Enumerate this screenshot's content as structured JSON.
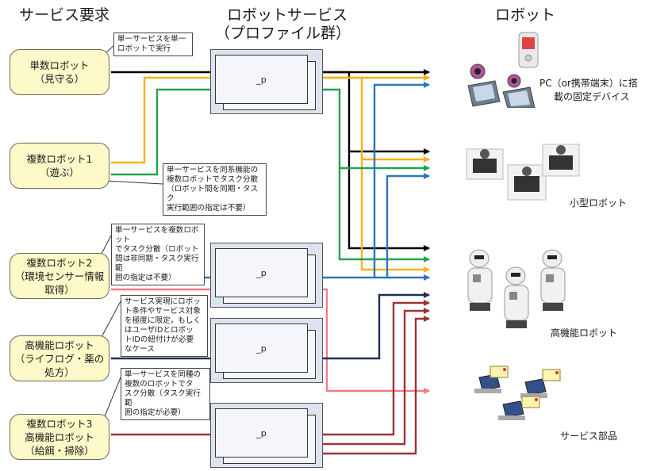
{
  "headers": {
    "requests": "サービス要求",
    "robot_service": "ロボットサービス",
    "profile_group": "（プロファイル群）",
    "robots": "ロボット"
  },
  "requests": [
    {
      "line1": "単数ロボット",
      "line2": "（見守る）",
      "line3": ""
    },
    {
      "line1": "複数ロボット1",
      "line2": "（遊ぶ）",
      "line3": ""
    },
    {
      "line1": "複数ロボット2",
      "line2": "（環境センサー情報",
      "line3": "取得）"
    },
    {
      "line1": "高機能ロボット",
      "line2": "（ライフログ・薬の",
      "line3": "処方）"
    },
    {
      "line1": "複数ロボット3",
      "line2": "高機能ロボット",
      "line3": "（給餌・掃除）"
    }
  ],
  "notes": [
    [
      "単一サービスを単一",
      "ロボットで実行"
    ],
    [
      "単一サービスを同系機能の",
      "複数ロボットでタスク分散",
      "（ロボット間を同期・タスク",
      "実行範囲の指定は不要）"
    ],
    [
      "単一サービスを複数ロボット",
      "でタスク分散（ロボット",
      "間は非同期・タスク実行範",
      "囲の指定は不要）"
    ],
    [
      "サービス実現にロボッ",
      "ト条件やサービス対象",
      "を極度に限定，もしく",
      "はユーザIDとロボッ",
      "トIDの紐付けが必要",
      "なケース"
    ],
    [
      "単一サービスを同種の",
      "複数のロボットでタ",
      "スク分散（タスク実行範",
      "囲の指定が必要）"
    ]
  ],
  "service_profile_label": "_p",
  "robots": {
    "pc_line1": "PC（or携帯端末）に搭",
    "pc_line2": "載の固定デバイス",
    "small": "小型ロボット",
    "high": "高機能ロボット",
    "parts": "サービス部品"
  },
  "colors": {
    "black": "#000000",
    "yellow": "#f4b418",
    "green": "#22a350",
    "blue": "#2f74c0",
    "pink": "#f07b8a",
    "navy": "#1f2f55",
    "darkred": "#9b3434",
    "request_fill": "#fdf9c9",
    "service_fill": "#dde3ee"
  }
}
